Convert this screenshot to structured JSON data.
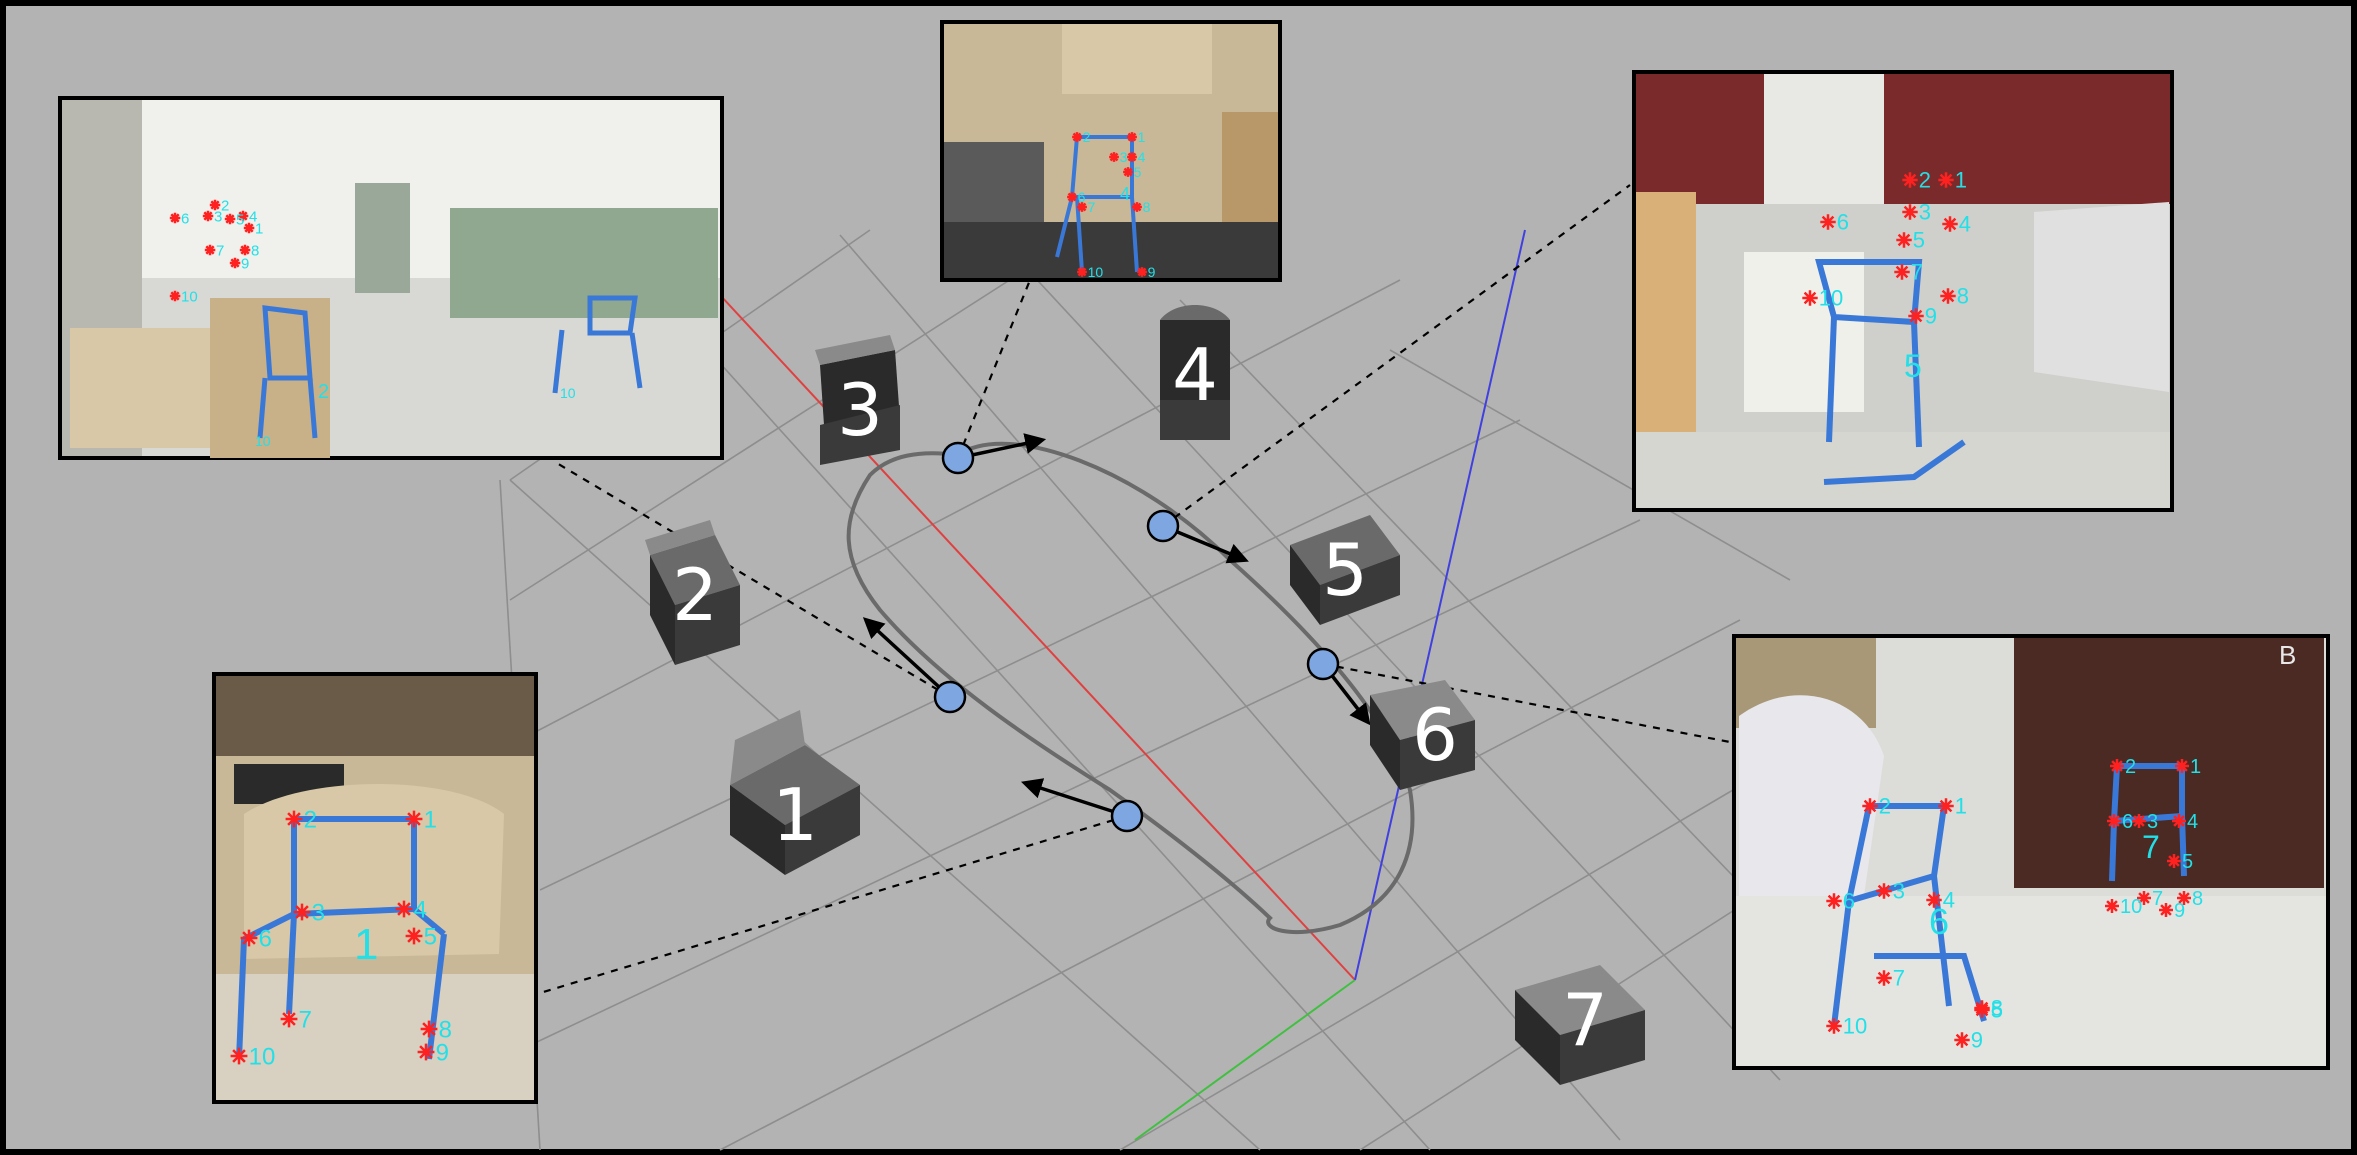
{
  "chairs": [
    {
      "id": "chair-1",
      "label": "1"
    },
    {
      "id": "chair-2",
      "label": "2"
    },
    {
      "id": "chair-3",
      "label": "3"
    },
    {
      "id": "chair-4",
      "label": "4"
    },
    {
      "id": "chair-5",
      "label": "5"
    },
    {
      "id": "chair-6",
      "label": "6"
    },
    {
      "id": "chair-7",
      "label": "7"
    }
  ],
  "insets": {
    "top_left": {
      "keypoints": [
        "1",
        "2",
        "3",
        "4",
        "5",
        "6",
        "7",
        "8",
        "9",
        "10"
      ],
      "chair_labels": [
        "2"
      ]
    },
    "top_middle": {
      "keypoints": [
        "1",
        "2",
        "3",
        "4",
        "5",
        "6",
        "7",
        "8",
        "9",
        "10"
      ],
      "chair_labels": [
        "4"
      ]
    },
    "top_right": {
      "keypoints": [
        "1",
        "2",
        "3",
        "4",
        "5",
        "6",
        "7",
        "8",
        "9",
        "10"
      ],
      "chair_labels": [
        "5"
      ]
    },
    "bottom_left": {
      "keypoints": [
        "1",
        "2",
        "3",
        "4",
        "5",
        "6",
        "7",
        "8",
        "9",
        "10"
      ],
      "chair_labels": [
        "1"
      ]
    },
    "bottom_right": {
      "keypoints": [
        "1",
        "2",
        "3",
        "4",
        "5",
        "6",
        "7",
        "8",
        "9",
        "10"
      ],
      "chair_labels": [
        "6",
        "7"
      ],
      "door_sign": "B"
    }
  },
  "colors": {
    "background": "#b3b3b3",
    "grid": "#8e8e8e",
    "axis_x": "#e04040",
    "axis_y": "#40c040",
    "axis_z": "#4040e0",
    "camera_marker": "#7ea6e0",
    "skeleton": "#3a78d8",
    "keypoint_star": "#ff2020",
    "keypoint_text": "#22e0e8",
    "chair_dark": "#2a2a2a",
    "chair_light": "#8a8a8a"
  }
}
